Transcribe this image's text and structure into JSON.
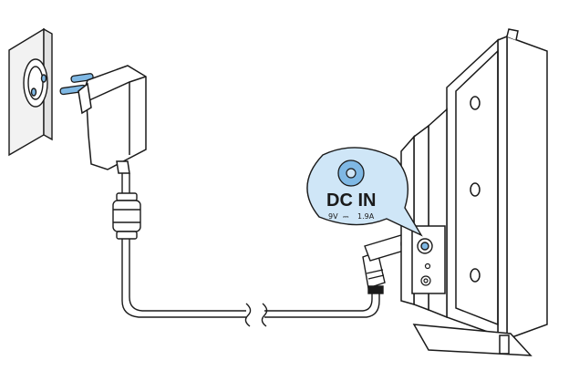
{
  "callout": {
    "title": "DC IN",
    "voltage": "9V",
    "current": "1.9A",
    "dc_symbol": "⎓"
  },
  "colors": {
    "accent_blue": "#7fb8e4",
    "callout_fill": "#cfe6f7",
    "line": "#1a1a1a",
    "wall_fill": "#f0f0f0",
    "device_fill": "#ffffff"
  },
  "icons": [
    "wall-socket-icon",
    "power-adapter-icon",
    "cable-break-icon",
    "dc-jack-icon",
    "speaker-device-icon"
  ]
}
